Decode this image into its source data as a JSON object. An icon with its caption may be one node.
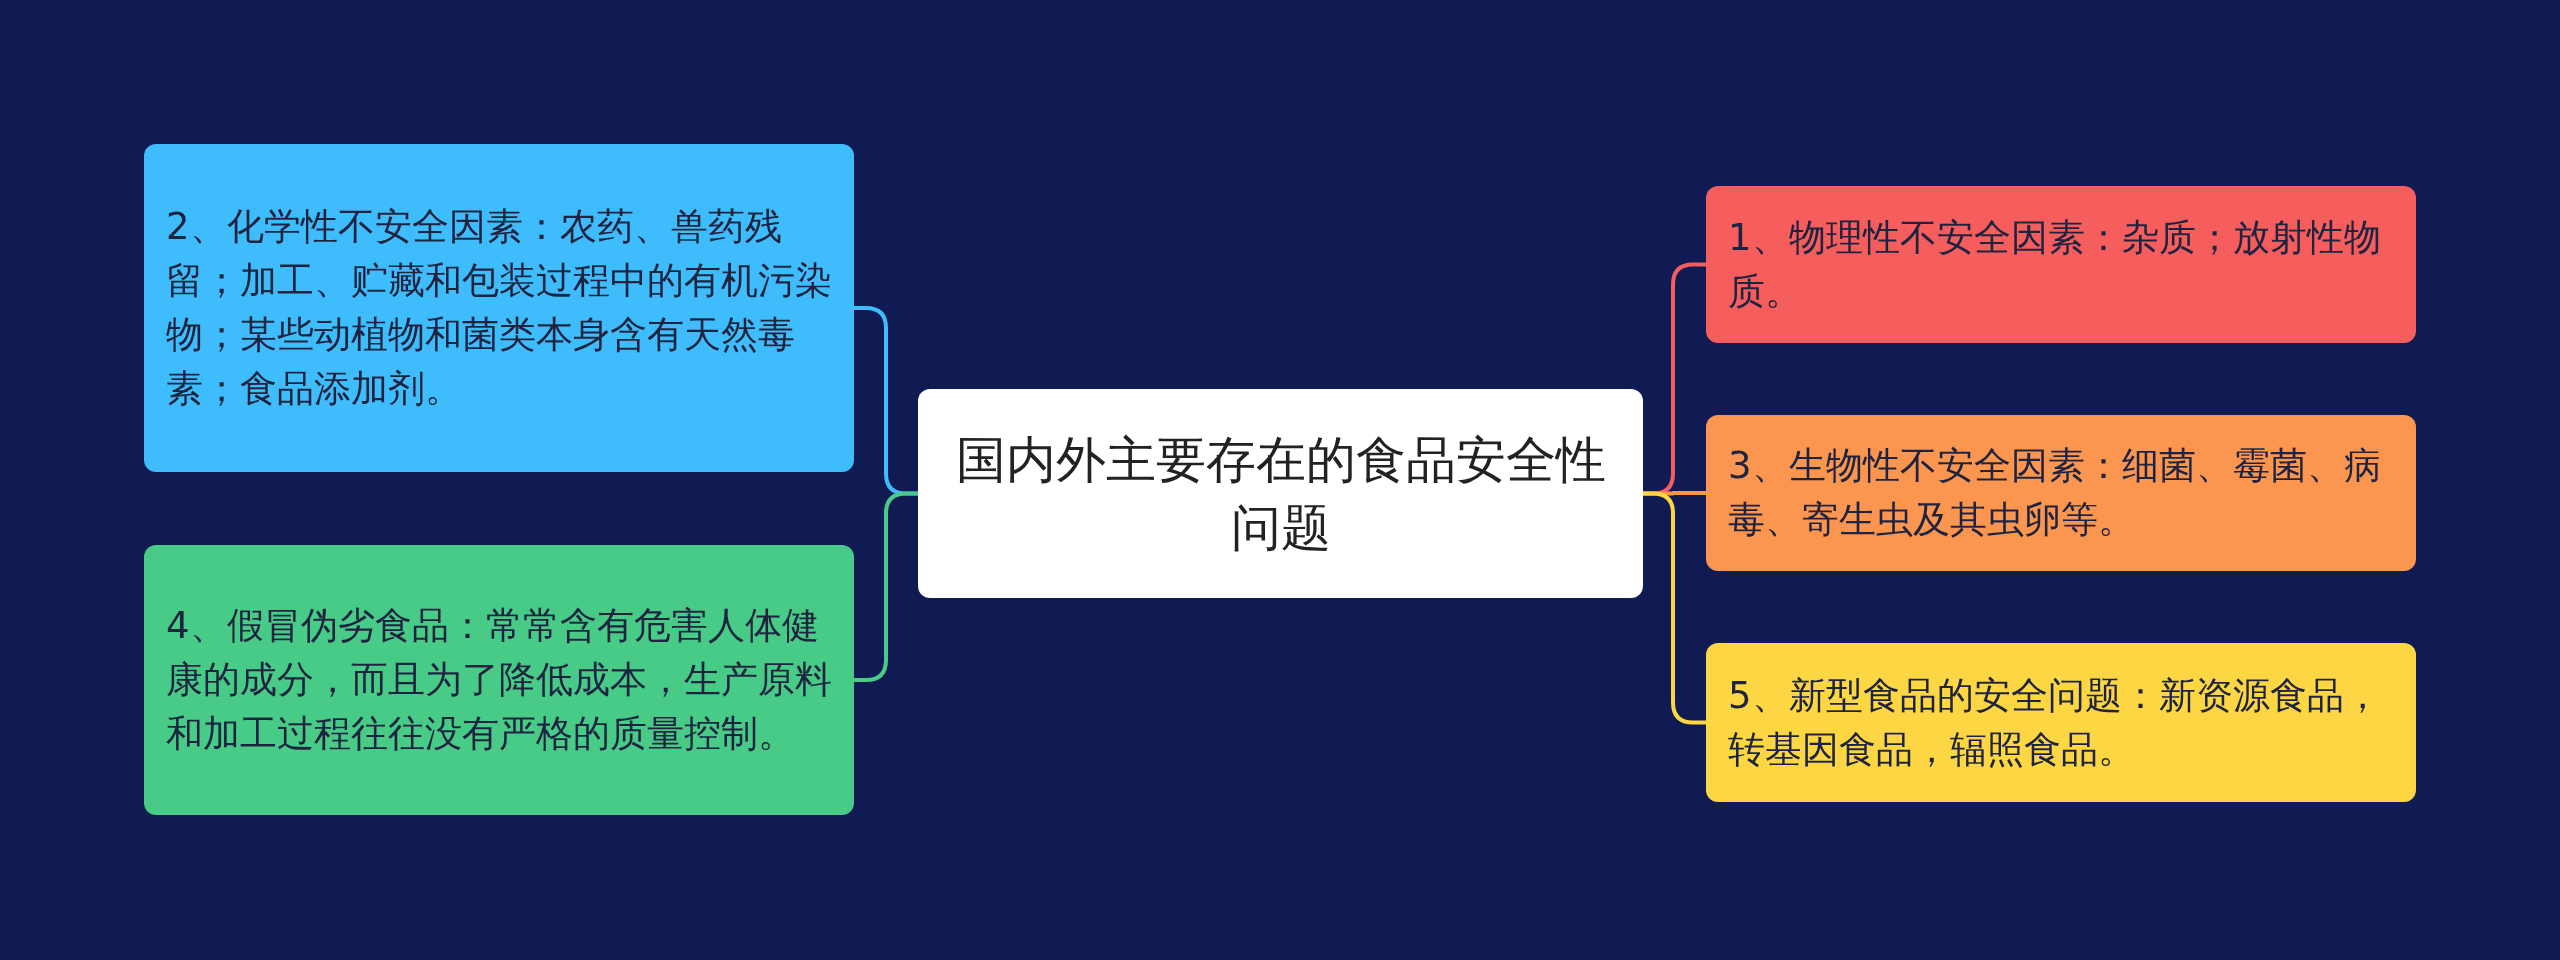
{
  "diagram": {
    "nodes": [
      {
        "text": [
          "国内外主要存在的食品安全性问题"
        ]
      },
      {
        "text": [
          "2、化学性不安全因素：农药、兽药残留；加工、贮藏和包装过程中的有机污染物；某些动植物和菌类本身含有天然毒素；食品添加剂。"
        ]
      },
      {
        "text": [
          "4、假冒伪劣食品：常常含有危害人体健康的成分，而且为了降低成本，生产原料和加工过程往往没有严格的质量控制。"
        ]
      },
      {
        "text": [
          "1、物理性不安全因素：杂质；放射性物质。"
        ]
      },
      {
        "text": [
          "3、生物性不安全因素：细菌、霉菌、病毒、寄生虫及其虫卵等。"
        ]
      },
      {
        "text": [
          "5、新型食品的安全问题：新资源食品，转基因食品，辐照食品。"
        ]
      }
    ],
    "edges": [
      {
        "from": 0,
        "to": 1,
        "arrow": "none",
        "color": "#3fbcfb"
      },
      {
        "from": 0,
        "to": 2,
        "arrow": "none",
        "color": "#47cb87"
      },
      {
        "from": 0,
        "to": 3,
        "arrow": "none",
        "color": "#f65d5d"
      },
      {
        "from": 0,
        "to": 4,
        "arrow": "none",
        "color": "#fb9650"
      },
      {
        "from": 0,
        "to": 5,
        "arrow": "none",
        "color": "#fdd743"
      }
    ]
  }
}
